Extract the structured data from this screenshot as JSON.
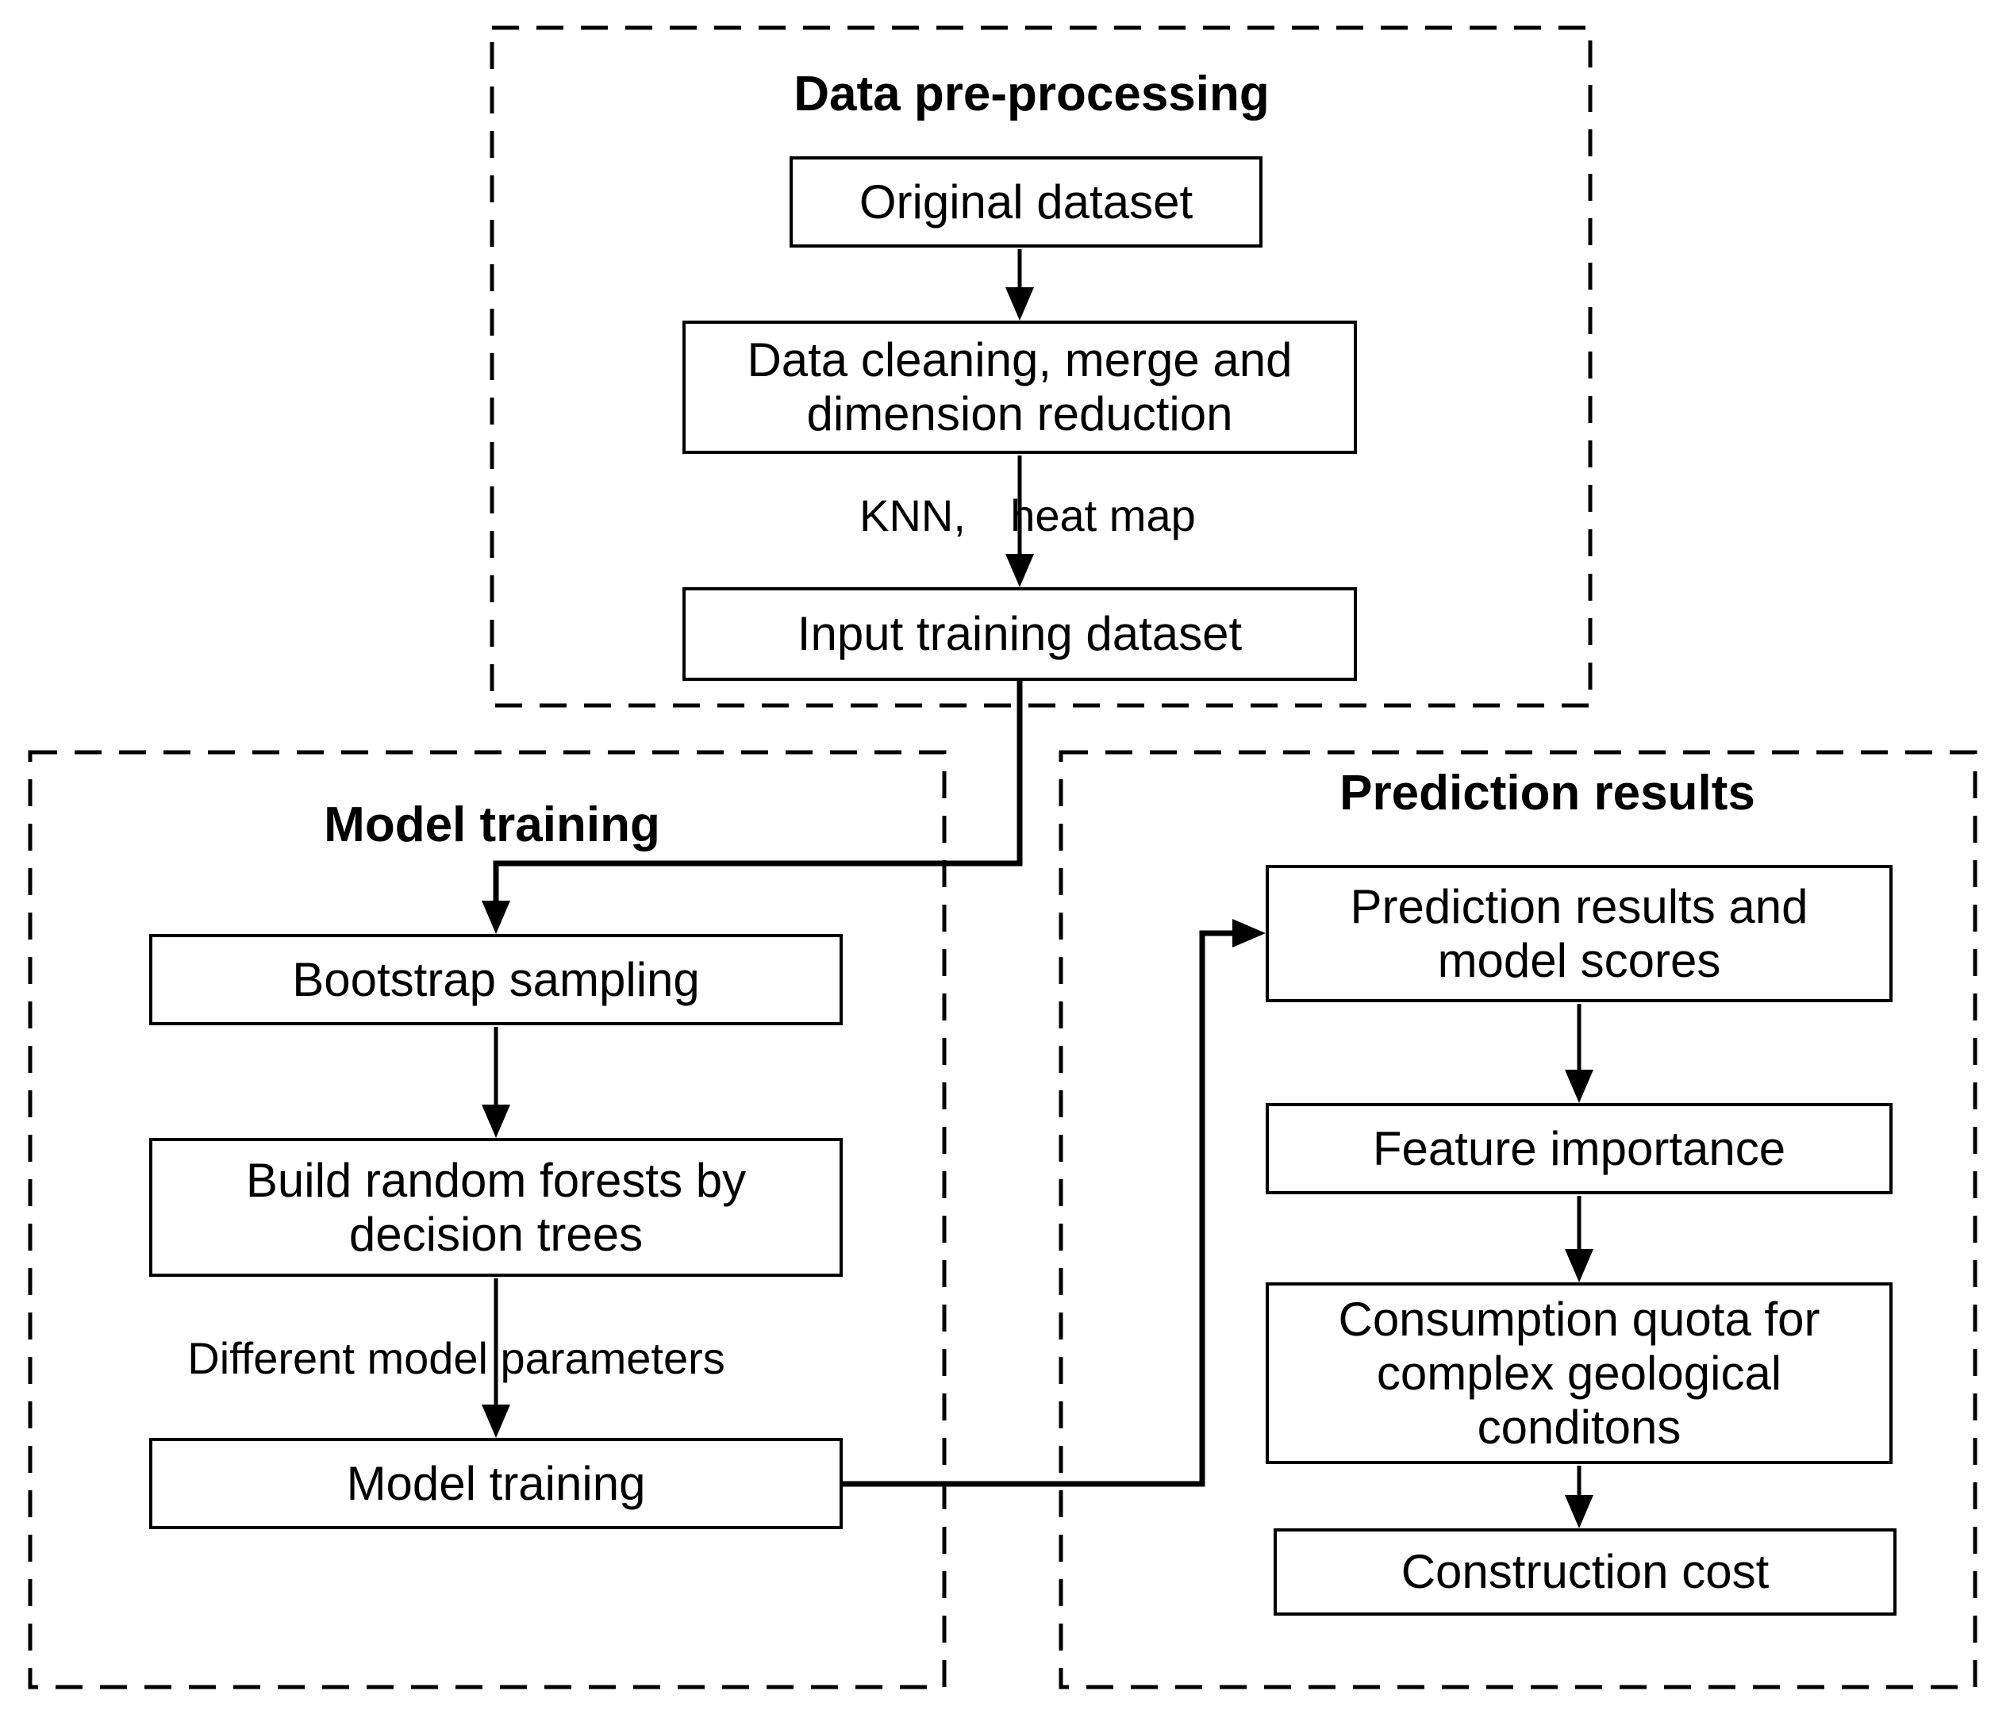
{
  "figure": {
    "background": "#ffffff",
    "ink": "#000000"
  },
  "sections": {
    "preprocessing": {
      "title": "Data pre-processing"
    },
    "training": {
      "title": "Model training"
    },
    "results": {
      "title": "Prediction results"
    }
  },
  "nodes": {
    "original_dataset": {
      "label": "Original dataset"
    },
    "data_cleaning": {
      "label": "Data cleaning, merge and\ndimension reduction"
    },
    "input_training_dataset": {
      "label": "Input training dataset"
    },
    "bootstrap_sampling": {
      "label": "Bootstrap sampling"
    },
    "build_random_forests": {
      "label": "Build random forests by\ndecision trees"
    },
    "model_training": {
      "label": "Model training"
    },
    "prediction_scores": {
      "label": "Prediction results and\nmodel scores"
    },
    "feature_importance": {
      "label": "Feature importance"
    },
    "consumption_quota": {
      "label": "Consumption quota for\ncomplex geological\nconditons"
    },
    "construction_cost": {
      "label": "Construction cost"
    }
  },
  "edge_labels": {
    "knn": "KNN,",
    "heat_map": "heat map",
    "different_params": "Different model parameters"
  }
}
